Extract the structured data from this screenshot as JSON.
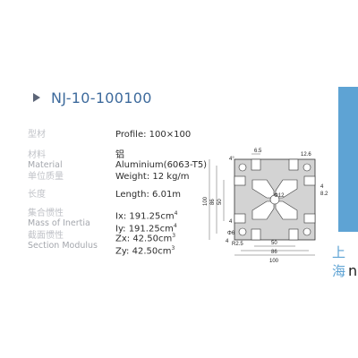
{
  "title": "NJ-10-100100",
  "specs": {
    "model": {
      "label_cn": "型材",
      "value": "Profile: 100×100"
    },
    "material": {
      "label_cn": "材料",
      "label_en": "Material",
      "value_cn": "铝",
      "value_en": "Aluminium(6063-T5)"
    },
    "weight": {
      "label_cn": "单位质量",
      "value": "Weight: 12 kg/m"
    },
    "length": {
      "label_cn": "长度",
      "value": "Length: 6.01m"
    },
    "inertia": {
      "label_cn": "集合惯性",
      "label_en": "Mass of Inertia",
      "ix": "Ix: 191.25cm",
      "iy": "Iy: 191.25cm",
      "exp": "4"
    },
    "modulus": {
      "label_cn": "截面惯性",
      "label_en": "Section Modulus",
      "zx": "Zx: 42.50cm",
      "zy": "Zy: 42.50cm",
      "exp": "3"
    }
  },
  "drawing": {
    "dims": {
      "top_slot": "6.5",
      "top_right": "12.6",
      "left_angle": "4°",
      "center_hole": "Φ12",
      "right_a": "4",
      "right_b": "8.2",
      "left_100": "100",
      "left_86": "86",
      "left_50": "50",
      "side_4": "4",
      "phi6": "Φ6",
      "bottom_4": "4",
      "bottom_r": "R2.5",
      "bottom_50": "50",
      "bottom_86": "86",
      "bottom_100": "100"
    }
  },
  "side": {
    "cn": "上海",
    "letter": "n"
  },
  "colors": {
    "title": "#3d6a9c",
    "accent_bar": "#5ea3d4",
    "profile_fill": "#d3d3d3",
    "profile_stroke": "#333333"
  }
}
